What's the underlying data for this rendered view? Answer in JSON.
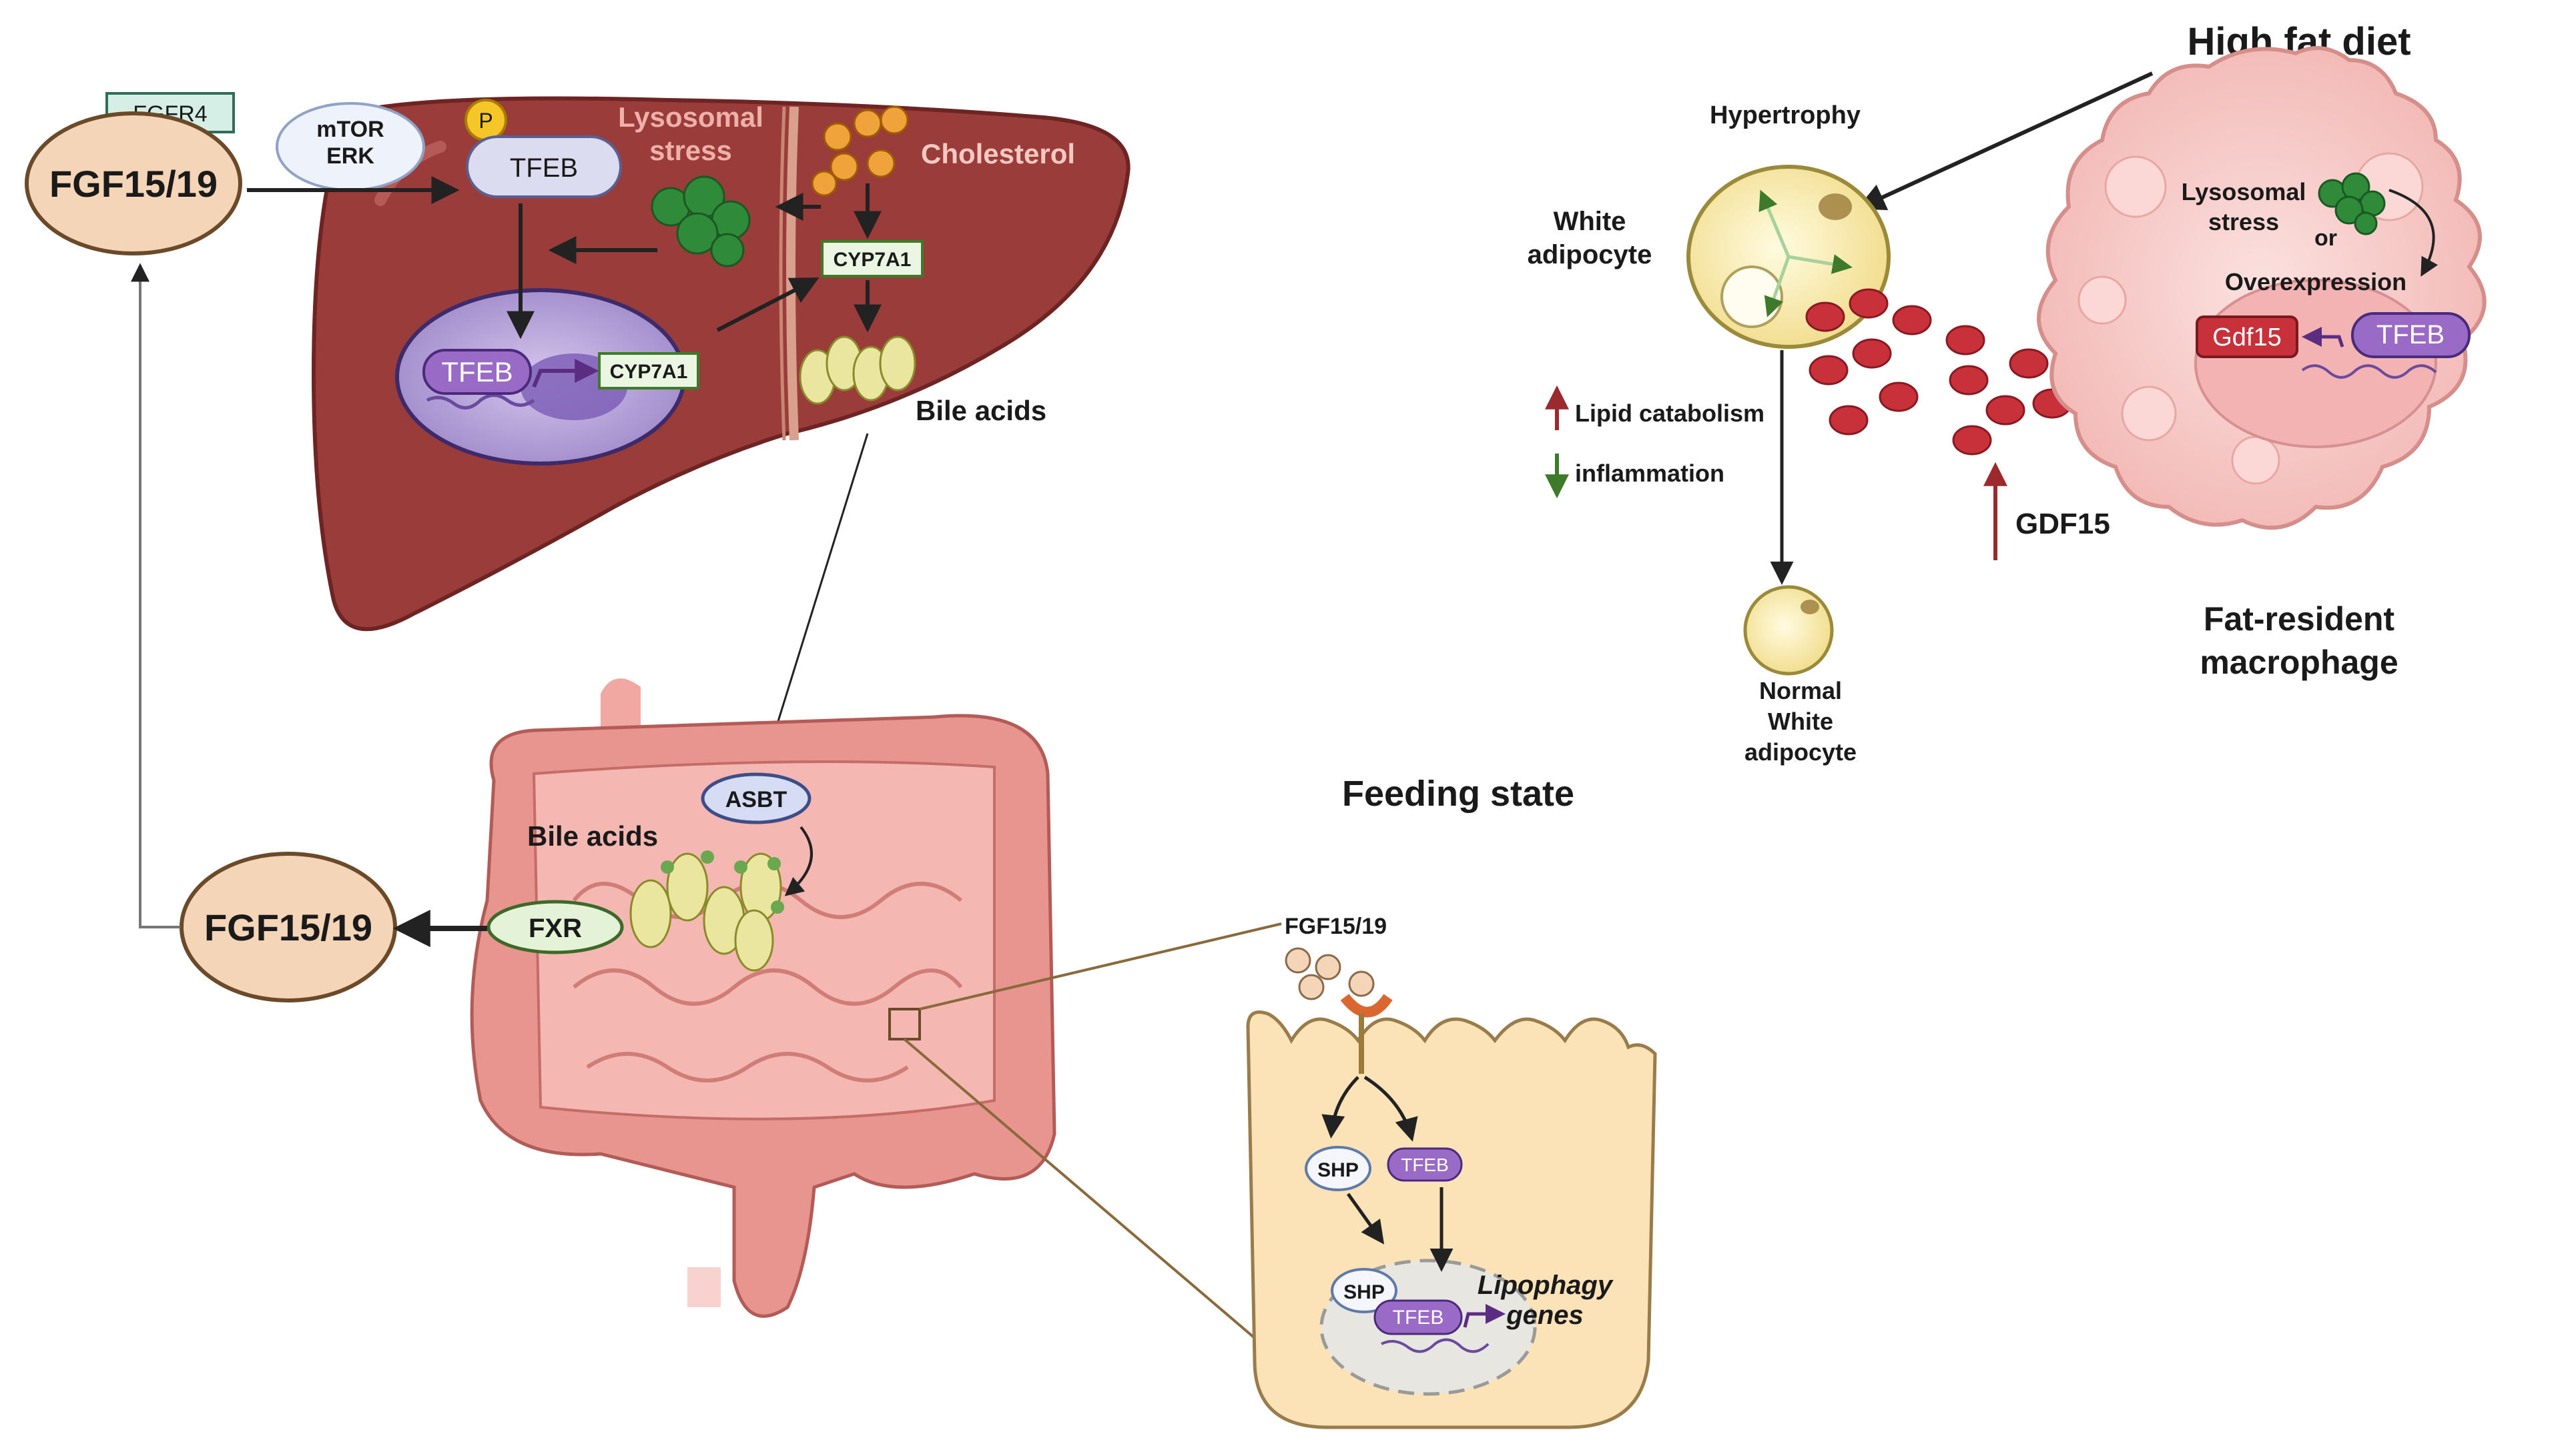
{
  "liver": {
    "fgfr4": "FGFR4",
    "fgf_left_top": "FGF15/19",
    "mtor_line1": "mTOR",
    "mtor_line2": "ERK",
    "phospho": "P",
    "tfeb_cyto": "TFEB",
    "lyso_line1": "Lysosomal",
    "lyso_line2": "stress",
    "cholesterol": "Cholesterol",
    "cyp7a1_cyto": "CYP7A1",
    "tfeb_nuc": "TFEB",
    "cyp7a1_nuc": "CYP7A1",
    "bile_acids": "Bile acids"
  },
  "intestine": {
    "asbt": "ASBT",
    "bile_acids": "Bile acids",
    "fxr": "FXR",
    "fgf_left_bottom": "FGF15/19"
  },
  "feeding": {
    "title": "Feeding state",
    "fgf": "FGF15/19",
    "shp_cyto": "SHP",
    "tfeb_cyto": "TFEB",
    "shp_nuc": "SHP",
    "tfeb_nuc": "TFEB",
    "genes_line1": "Lipophagy",
    "genes_line2": "genes"
  },
  "adipose": {
    "hfd": "High fat diet",
    "hypertrophy": "Hypertrophy",
    "white_line1": "White",
    "white_line2": "adipocyte",
    "lipid_catabolism": "Lipid catabolism",
    "inflammation": "inflammation",
    "normal_line1": "Normal",
    "normal_line2": "White",
    "normal_line3": "adipocyte",
    "gdf15": "GDF15",
    "lyso_line1": "Lysosomal",
    "lyso_line2": "stress",
    "or": "or",
    "overexpression": "Overexpression",
    "gdf15_gene": "Gdf15",
    "tfeb": "TFEB",
    "mac_line1": "Fat-resident",
    "mac_line2": "macrophage"
  },
  "colors": {
    "liver": "#9a3c3a",
    "intestine": "#e8948f",
    "fgf_node": "#f5d5b8",
    "tfeb": "#9a6bc6",
    "macrophage": "#f7c9c7",
    "gdf15_dot": "#c8303a",
    "arrow": "#222222"
  }
}
